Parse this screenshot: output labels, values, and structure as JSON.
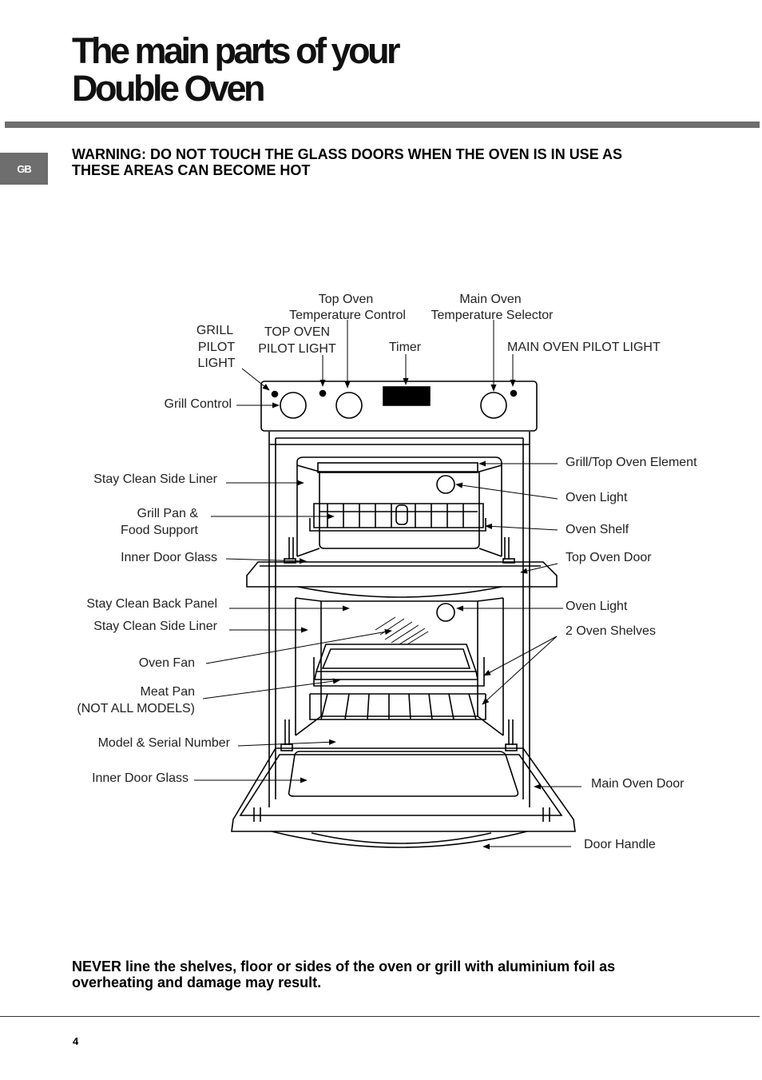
{
  "page": {
    "title_line1": "The main parts of your",
    "title_line2": "Double Oven",
    "lang_tab": "GB",
    "warning_line1": "WARNING: DO NOT TOUCH THE GLASS DOORS WHEN THE OVEN IS IN USE AS",
    "warning_line2": "THESE AREAS CAN BECOME HOT",
    "note_line1": "NEVER line the shelves, floor or sides of the oven or grill with aluminium foil as",
    "note_line2": "overheating and damage may result.",
    "page_number": "4"
  },
  "labels": {
    "top_oven_temp_1": "Top Oven",
    "top_oven_temp_2": "Temperature Control",
    "main_oven_temp_1": "Main Oven",
    "main_oven_temp_2": "Temperature Selector",
    "grill_pilot_1": "GRILL",
    "grill_pilot_2": "PILOT",
    "grill_pilot_3": "LIGHT",
    "top_oven_pilot_1": "TOP OVEN",
    "top_oven_pilot_2": "PILOT LIGHT",
    "timer": "Timer",
    "main_oven_pilot": "MAIN OVEN PILOT LIGHT",
    "grill_control": "Grill Control",
    "stay_clean_side_liner_top": "Stay Clean Side Liner",
    "grill_pan_1": "Grill Pan &",
    "grill_pan_2": "Food Support",
    "inner_door_glass_top": "Inner Door Glass",
    "stay_clean_back_panel": "Stay Clean Back Panel",
    "stay_clean_side_liner_main": "Stay Clean Side Liner",
    "oven_fan": "Oven Fan",
    "meat_pan_1": "Meat Pan",
    "meat_pan_2": "(NOT ALL MODELS)",
    "model_serial": "Model & Serial Number",
    "inner_door_glass_main": "Inner Door Glass",
    "grill_top_element": "Grill/Top Oven Element",
    "oven_light_top": "Oven Light",
    "oven_shelf": "Oven Shelf",
    "top_oven_door": "Top Oven Door",
    "oven_light_main": "Oven Light",
    "two_oven_shelves": "2 Oven Shelves",
    "main_oven_door": "Main Oven Door",
    "door_handle": "Door Handle"
  }
}
